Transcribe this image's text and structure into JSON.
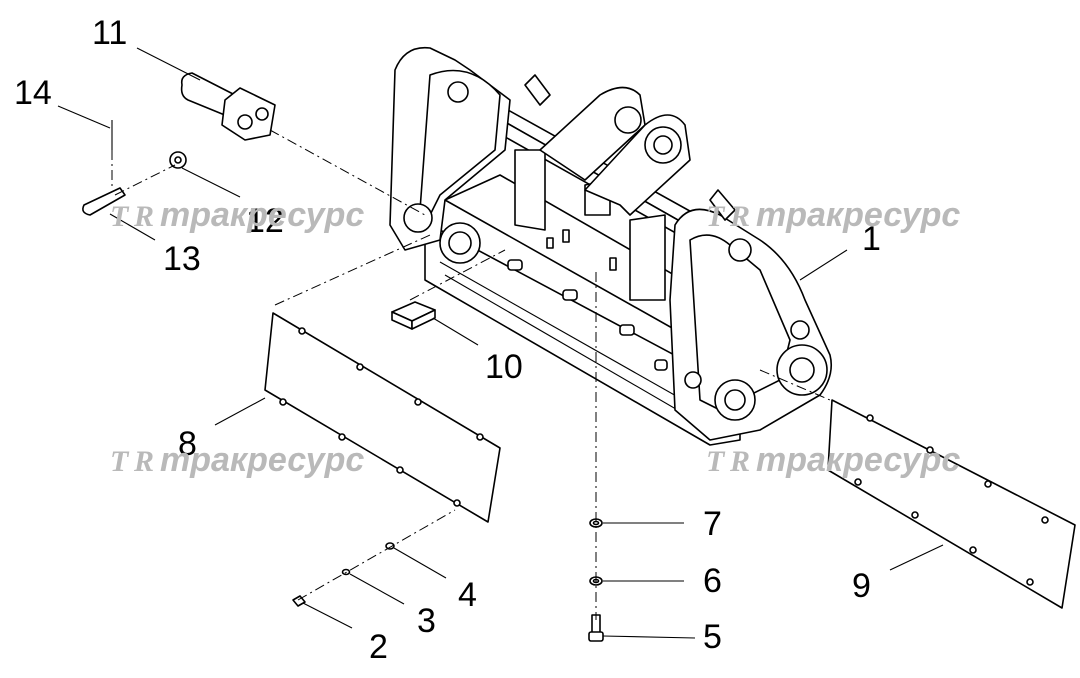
{
  "diagram": {
    "callouts": [
      {
        "id": "1",
        "text": "1"
      },
      {
        "id": "2",
        "text": "2"
      },
      {
        "id": "3",
        "text": "3"
      },
      {
        "id": "4",
        "text": "4"
      },
      {
        "id": "5",
        "text": "5"
      },
      {
        "id": "6",
        "text": "6"
      },
      {
        "id": "7",
        "text": "7"
      },
      {
        "id": "8",
        "text": "8"
      },
      {
        "id": "9",
        "text": "9"
      },
      {
        "id": "10",
        "text": "10"
      },
      {
        "id": "11",
        "text": "11"
      },
      {
        "id": "12",
        "text": "12"
      },
      {
        "id": "13",
        "text": "13"
      },
      {
        "id": "14",
        "text": "14"
      }
    ],
    "watermark": {
      "logo": "TR",
      "text": "тракресурс"
    },
    "colors": {
      "line": "#000000",
      "watermark": "#b9b9b9",
      "background": "#ffffff"
    }
  }
}
